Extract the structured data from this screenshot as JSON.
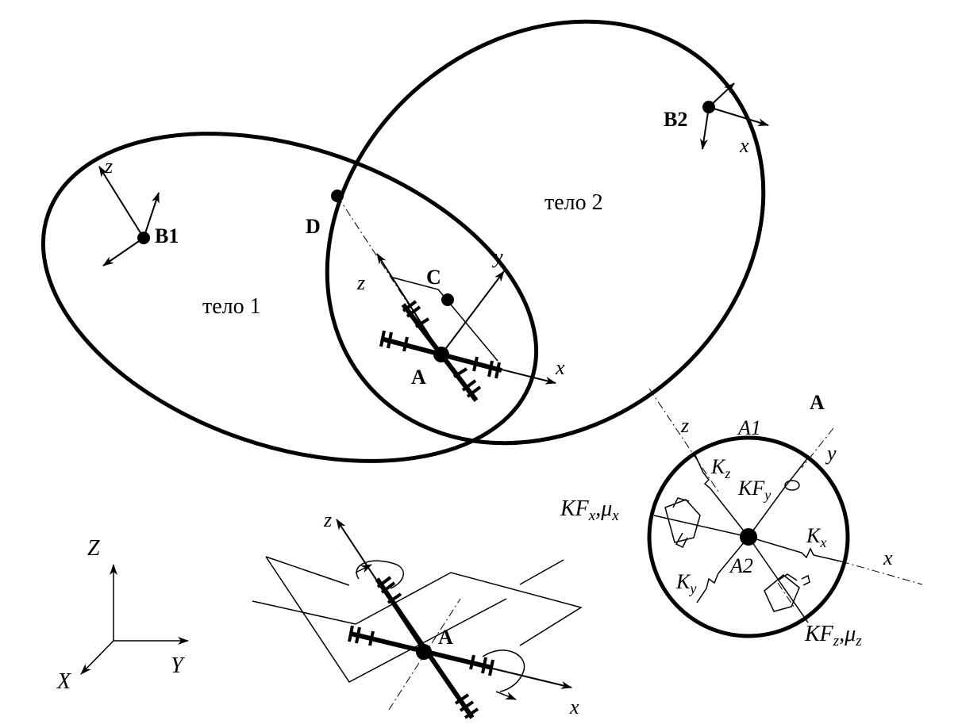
{
  "colors": {
    "ink": "#000000",
    "background": "#ffffff"
  },
  "labels": {
    "body1": "тело 1",
    "body2": "тело 2",
    "B1": "B1",
    "B2": "B2",
    "D": "D",
    "C": "C",
    "A_main": "A",
    "A_bottom": "A",
    "A_detail": "A",
    "z": "z",
    "y": "y",
    "x": "x",
    "global_X": "X",
    "global_Y": "Y",
    "global_Z": "Z",
    "A1": "A1",
    "A2": "A2",
    "Kz": "K",
    "Kz_sub": "z",
    "Kx": "K",
    "Kx_sub": "x",
    "Ky": "K",
    "Ky_sub": "y",
    "KFy": "KF",
    "KFy_sub": "y",
    "KFx": "KF",
    "KFx_sub": "x",
    "KFx_mu": ",μ",
    "KFx_mu_sub": "x",
    "KFz": "KF",
    "KFz_sub": "z",
    "KFz_mu": ",μ",
    "KFz_mu_sub": "z"
  }
}
